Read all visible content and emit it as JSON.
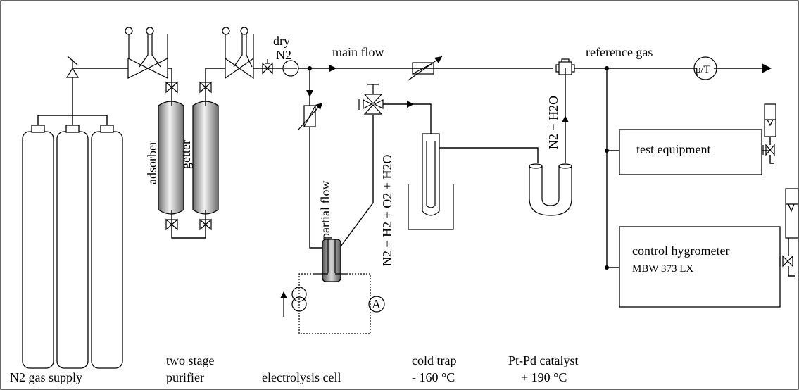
{
  "labels": {
    "gas_supply": "N2 gas supply",
    "purifier_line1": "two stage",
    "purifier_line2": "purifier",
    "adsorber": "adsorber",
    "getter": "getter",
    "dry_n2_line1": "dry",
    "dry_n2_line2": "N2",
    "main_flow": "main flow",
    "reference_gas": "reference gas",
    "pt_sensor": "p/T",
    "partial_flow": "partial flow",
    "electrolysis_products": "N2 + H2 + O2 + H2O",
    "ammeter": "A",
    "electrolysis_cell": "electrolysis cell",
    "cold_trap_line1": "cold trap",
    "cold_trap_line2": "- 160 °C",
    "catalyst_output": "N2 + H2O",
    "catalyst_line1": "Pt-Pd catalyst",
    "catalyst_line2": "+ 190 °C",
    "test_equipment": "test equipment",
    "hygrometer_line1": "control hygrometer",
    "hygrometer_line2": "MBW 373 LX"
  },
  "colors": {
    "line": "#000000",
    "background": "#ffffff",
    "cylinder_dark": "#6e6e6e",
    "cylinder_light": "#f2f2f2"
  }
}
